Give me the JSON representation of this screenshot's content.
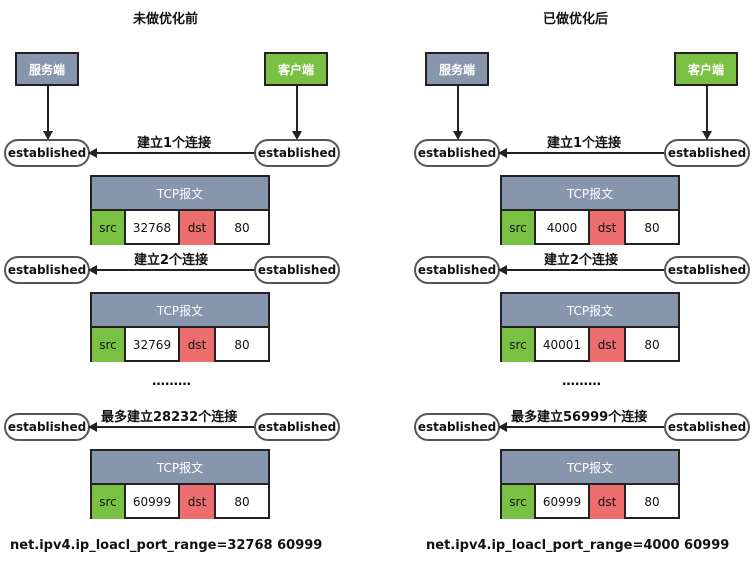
{
  "left": {
    "title": "未做优化前",
    "server_label": "服务端",
    "client_label": "客户端",
    "established_label": "established",
    "packet_title": "TCP报文",
    "src_label": "src",
    "dst_label": "dst",
    "connections": [
      {
        "label": "建立1个连接",
        "src_port": "32768",
        "dst_port": "80"
      },
      {
        "label": "建立2个连接",
        "src_port": "32769",
        "dst_port": "80"
      },
      {
        "label": "最多建立28232个连接",
        "src_port": "60999",
        "dst_port": "80"
      }
    ],
    "ellipsis": "………",
    "footer": "net.ipv4.ip_loacl_port_range=32768  60999"
  },
  "right": {
    "title": "已做优化后",
    "server_label": "服务端",
    "client_label": "客户端",
    "established_label": "established",
    "packet_title": "TCP报文",
    "src_label": "src",
    "dst_label": "dst",
    "connections": [
      {
        "label": "建立1个连接",
        "src_port": "4000",
        "dst_port": "80"
      },
      {
        "label": "建立2个连接",
        "src_port": "40001",
        "dst_port": "80"
      },
      {
        "label": "最多建立56999个连接",
        "src_port": "60999",
        "dst_port": "80"
      }
    ],
    "ellipsis": "………",
    "footer": "net.ipv4.ip_loacl_port_range=4000  60999"
  },
  "colors": {
    "server": "#8896ad",
    "client": "#7ac143",
    "src": "#7ac143",
    "dst": "#ec6e6e",
    "packet_head": "#8896ad"
  }
}
